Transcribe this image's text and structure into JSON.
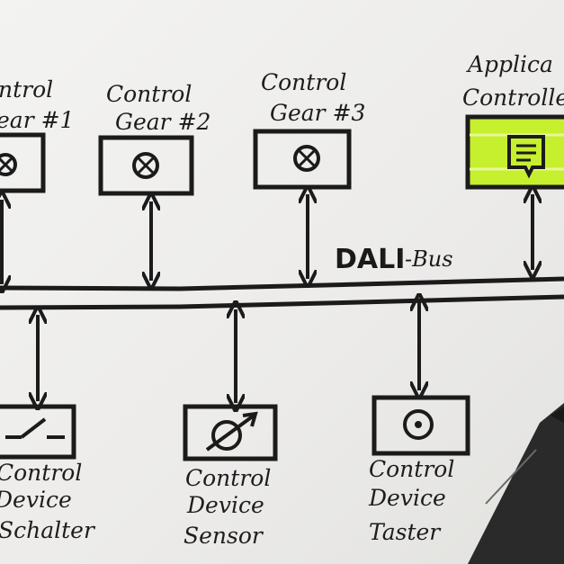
{
  "diagram": {
    "bus": {
      "bold": "DALI",
      "thin": "-Bus"
    },
    "top_nodes": [
      {
        "line1": "ntrol",
        "line2": "ear #1"
      },
      {
        "line1": "Control",
        "line2": "Gear #2"
      },
      {
        "line1": "Control",
        "line2": "Gear #3"
      },
      {
        "line1": "Applica",
        "line2": "Controlle"
      }
    ],
    "bottom_nodes": [
      {
        "line1": "Control",
        "line2": "Device",
        "line3": "Schalter"
      },
      {
        "line1": "Control",
        "line2": "Device",
        "line3": "Sensor"
      },
      {
        "line1": "Control",
        "line2": "Device",
        "line3": "Taster"
      }
    ],
    "colors": {
      "ink": "#1b1b1b",
      "highlight": "#c6ef2e",
      "paper": "#f1f1ef"
    }
  }
}
